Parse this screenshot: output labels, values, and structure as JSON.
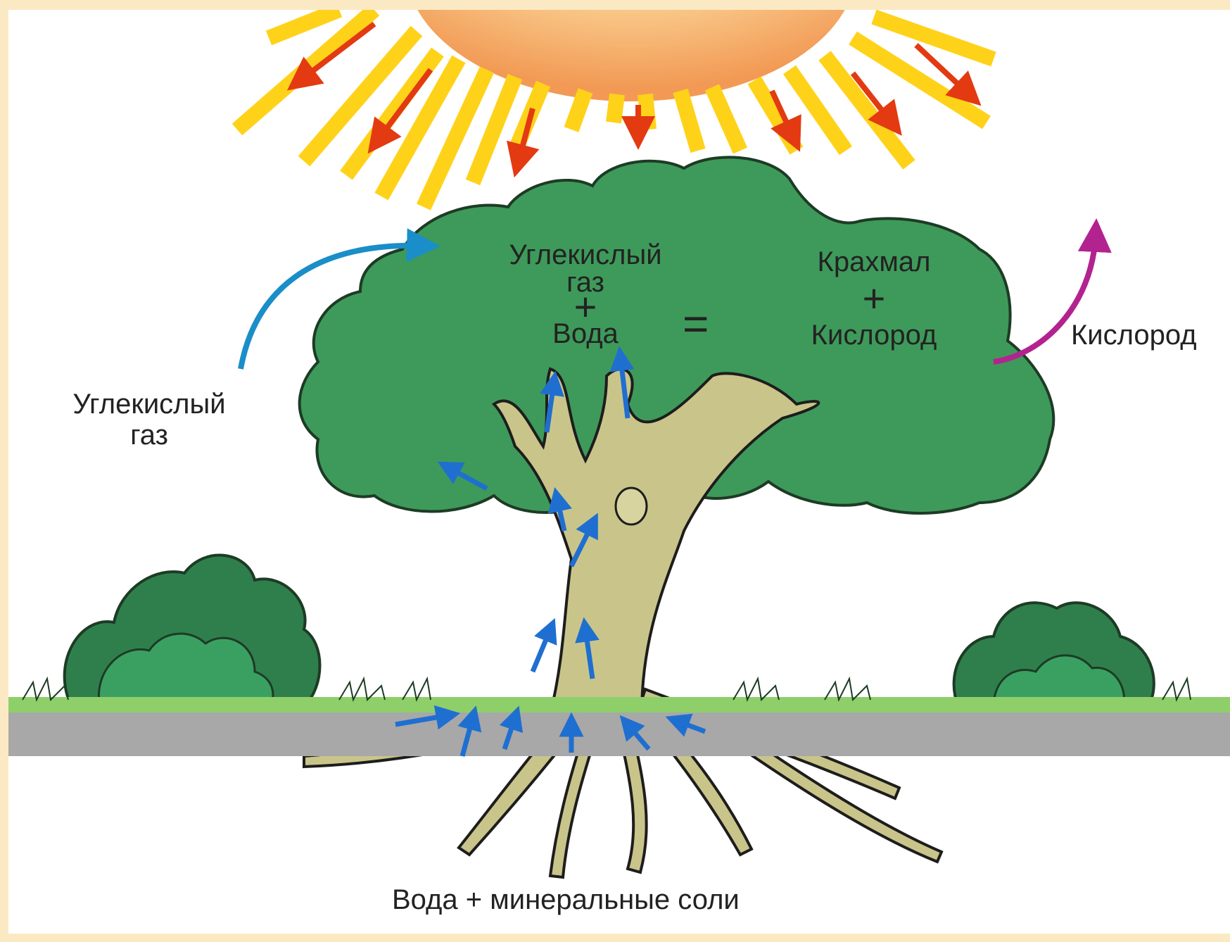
{
  "labels": {
    "co2_outside_line1": "Углекислый",
    "co2_outside_line2": "газ",
    "reactant_co2_line1": "Углекислый",
    "reactant_co2_line2": "газ",
    "plus_reactants": "+",
    "reactant_water": "Вода",
    "equals": "=",
    "product_starch": "Крахмал",
    "plus_products": "+",
    "product_oxygen": "Кислород",
    "oxygen_outside": "Кислород",
    "roots_input": "Вода + минеральные соли"
  },
  "colors": {
    "background_frame": "#fbe9c4",
    "sun": "#f7b46a",
    "rays": "#ffd21a",
    "ray_arrows": "#e33a12",
    "canopy": "#3e9a5a",
    "trunk": "#c9c58a",
    "water_arrows": "#1f6fd1",
    "co2_arrow": "#1a8ec8",
    "oxygen_arrow": "#b3238f",
    "bushes": "#2f7f4c",
    "grass": "#8fcf6a",
    "soil": "#a8a8a8"
  },
  "icons": {
    "sun": "sun-icon",
    "tree": "tree-icon",
    "bush": "bush-icon"
  }
}
